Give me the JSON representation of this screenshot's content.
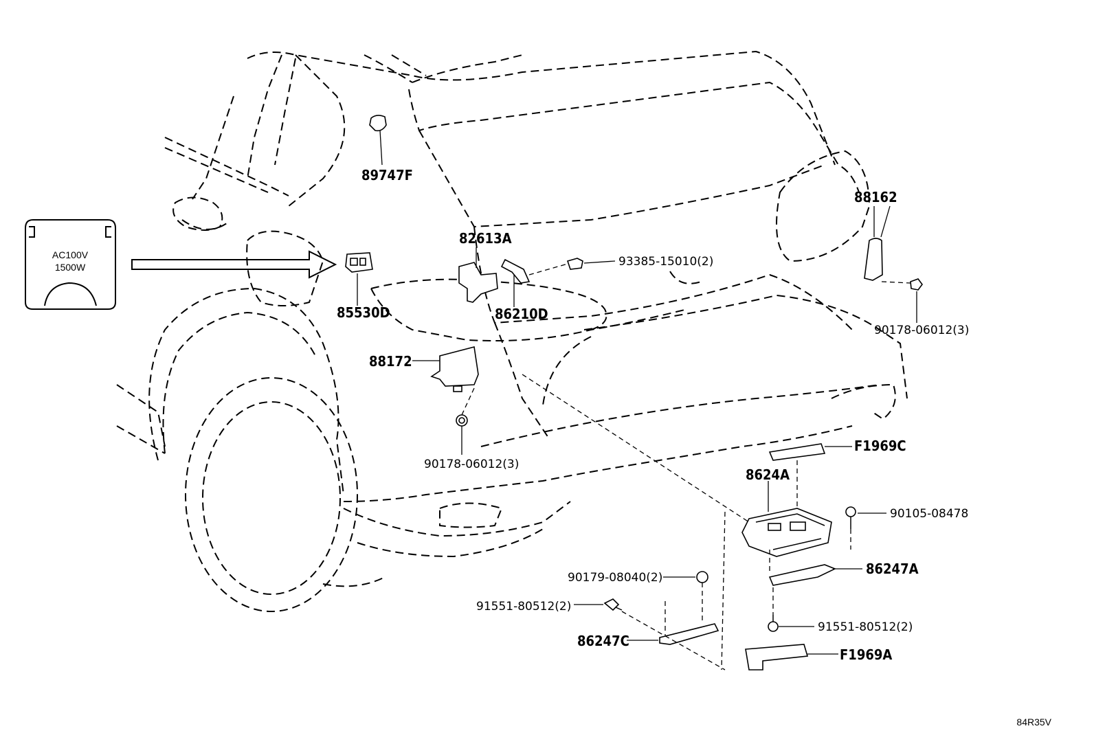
{
  "diagram_code": "84R35V",
  "outlet_label": {
    "line1": "AC100V",
    "line2": "1500W"
  },
  "callouts": {
    "c89747F": "89747F",
    "c82613A": "82613A",
    "c93385": "93385-15010(2)",
    "c88162": "88162",
    "c85530D": "85530D",
    "c86210D": "86210D",
    "c90178_right": "90178-06012(3)",
    "c88172": "88172",
    "c90178_left": "90178-06012(3)",
    "cF1969C": "F1969C",
    "c8624A": "8624A",
    "c90105": "90105-08478",
    "c86247A": "86247A",
    "c90179": "90179-08040(2)",
    "c91551_left": "91551-80512(2)",
    "c91551_right": "91551-80512(2)",
    "c86247C": "86247C",
    "cF1969A": "F1969A"
  }
}
